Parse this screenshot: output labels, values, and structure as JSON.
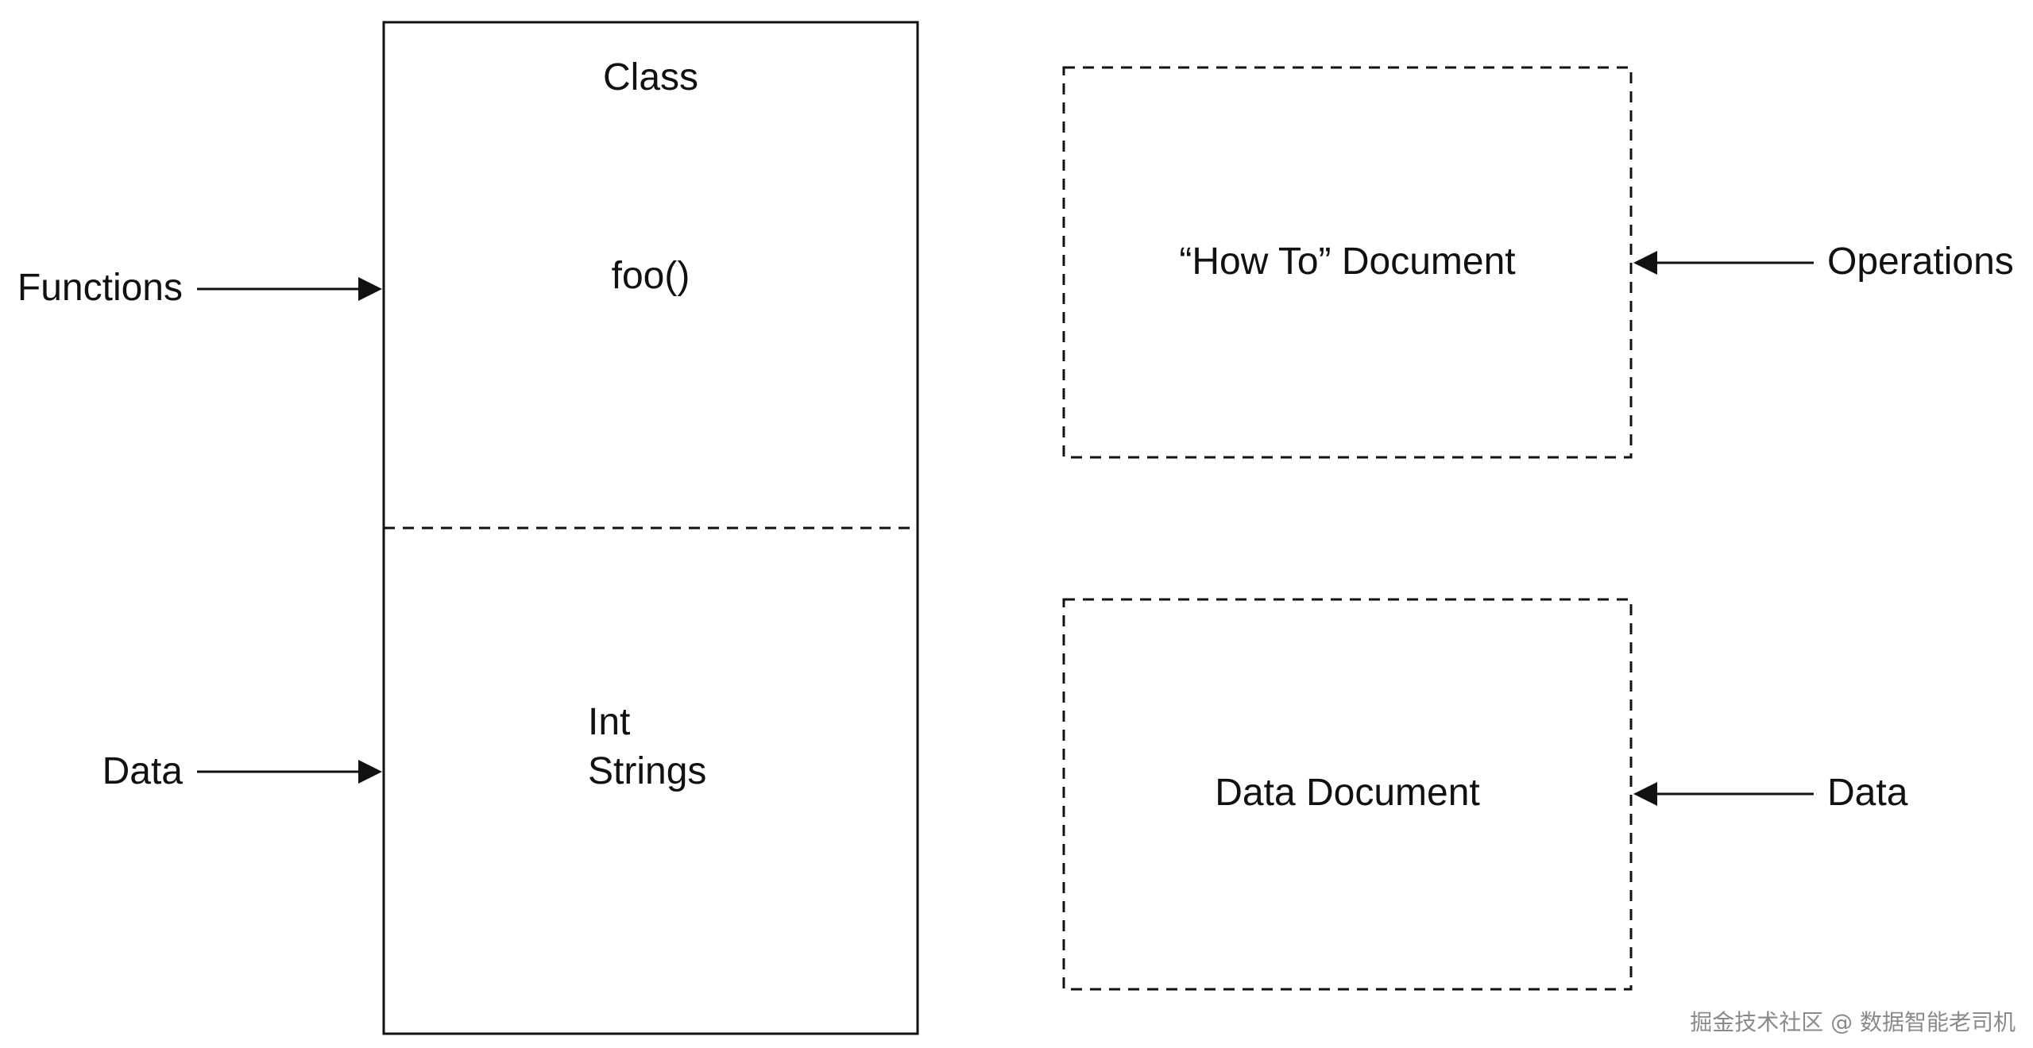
{
  "class_box": {
    "title": "Class",
    "method": "foo()",
    "data_lines": [
      "Int",
      "Strings"
    ]
  },
  "left_labels": {
    "functions": "Functions",
    "data": "Data"
  },
  "how_to_box": {
    "title": "“How To” Document",
    "arrow_label": "Operations"
  },
  "data_doc_box": {
    "title": "Data Document",
    "arrow_label": "Data"
  },
  "watermark": "掘金技术社区 @ 数据智能老司机"
}
